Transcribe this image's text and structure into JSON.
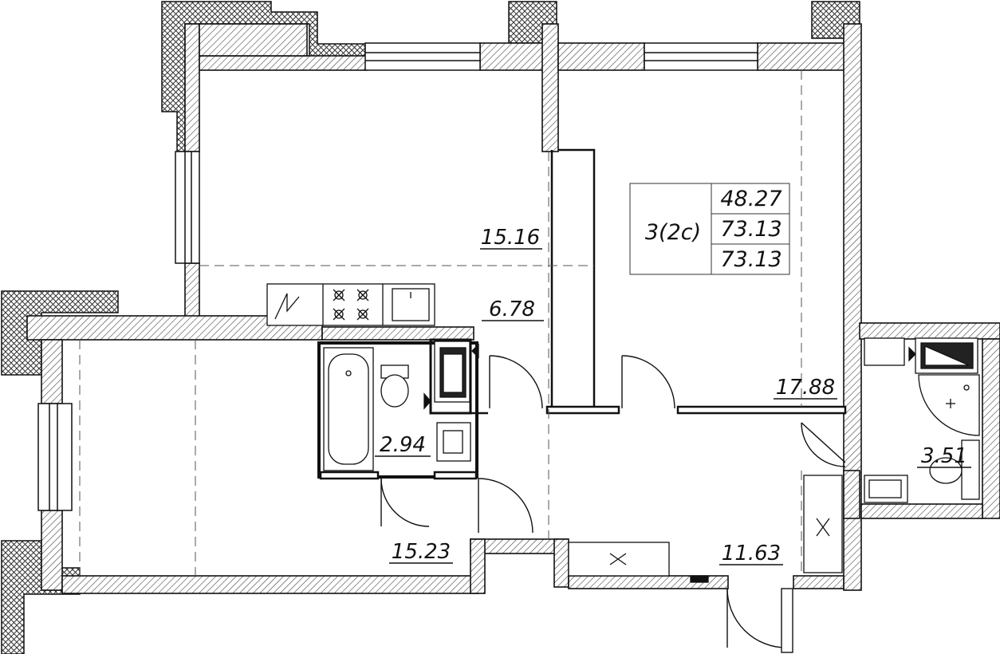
{
  "info_table": {
    "type_code": "3(2с)",
    "areas": [
      "48.27",
      "73.13",
      "73.13"
    ]
  },
  "rooms": [
    {
      "id": "room-top-left",
      "area": "15.16"
    },
    {
      "id": "kitchen",
      "area": "6.78"
    },
    {
      "id": "room-top-right",
      "area": "17.88"
    },
    {
      "id": "bathroom",
      "area": "2.94"
    },
    {
      "id": "wc",
      "area": "3.51"
    },
    {
      "id": "room-bottom-left",
      "area": "15.23"
    },
    {
      "id": "hallway",
      "area": "11.63"
    }
  ],
  "colors": {
    "wall_stroke": "#111111",
    "hatch": "#555555",
    "watermark": "#c9c9c9"
  },
  "icons": [
    "hatch-pattern",
    "crosshatch-pattern",
    "bathtub-icon",
    "toilet-icon",
    "sink-icon",
    "stove-icon",
    "shower-icon",
    "washer-icon",
    "door-swing-icon",
    "window-icon"
  ]
}
